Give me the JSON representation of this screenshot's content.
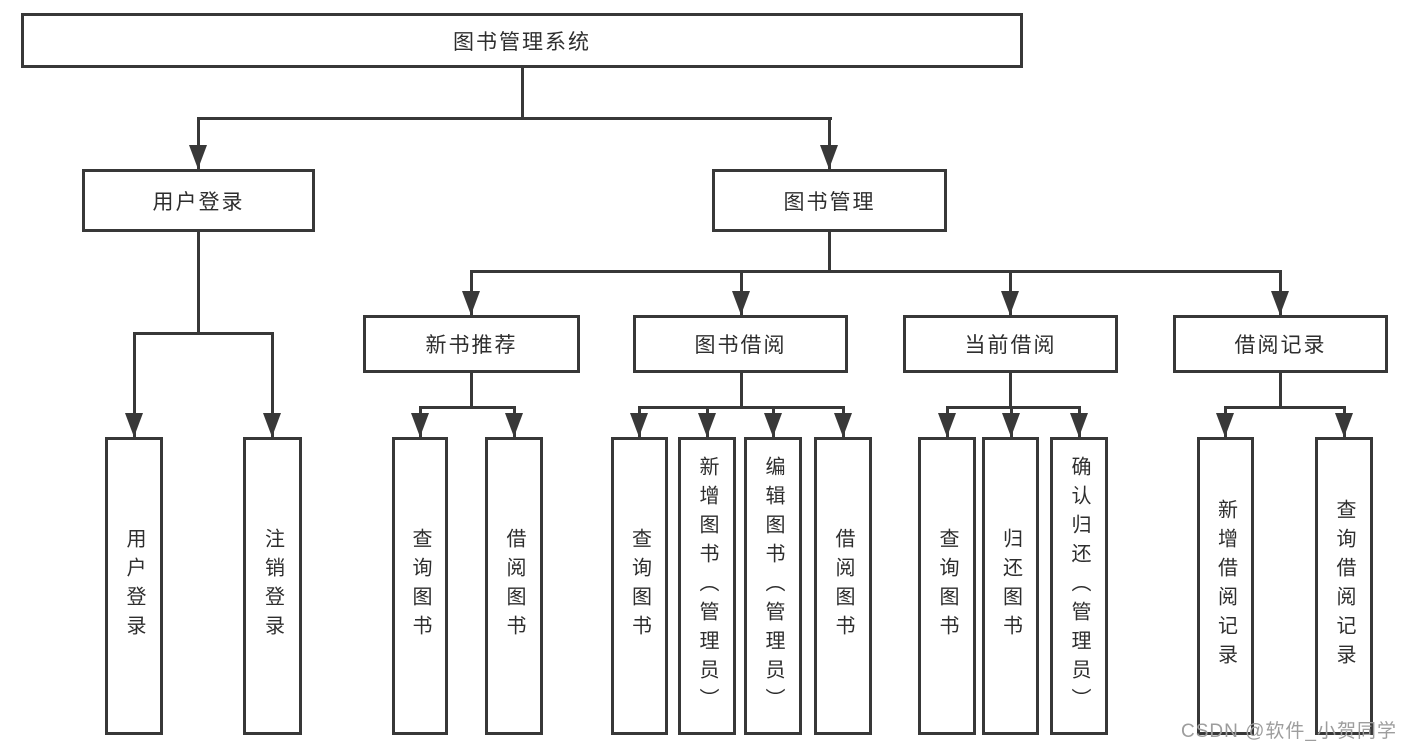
{
  "diagram": {
    "root": {
      "label": "图书管理系统"
    },
    "branches": [
      {
        "label": "用户登录",
        "children": [
          {
            "label": "用户登录"
          },
          {
            "label": "注销登录"
          }
        ]
      },
      {
        "label": "图书管理",
        "children": [
          {
            "label": "新书推荐",
            "children": [
              {
                "label": "查询图书"
              },
              {
                "label": "借阅图书"
              }
            ]
          },
          {
            "label": "图书借阅",
            "children": [
              {
                "label": "查询图书"
              },
              {
                "label": "新增图书（管理员）"
              },
              {
                "label": "编辑图书（管理员）"
              },
              {
                "label": "借阅图书"
              }
            ]
          },
          {
            "label": "当前借阅",
            "children": [
              {
                "label": "查询图书"
              },
              {
                "label": "归还图书"
              },
              {
                "label": "确认归还（管理员）"
              }
            ]
          },
          {
            "label": "借阅记录",
            "children": [
              {
                "label": "新增借阅记录"
              },
              {
                "label": "查询借阅记录"
              }
            ]
          }
        ]
      }
    ]
  },
  "watermark": {
    "text": "CSDN @软件_小贺同学"
  },
  "colors": {
    "line": "#383838",
    "text": "#2e2e2e",
    "watermark": "#9d9d9d",
    "background": "#ffffff"
  }
}
